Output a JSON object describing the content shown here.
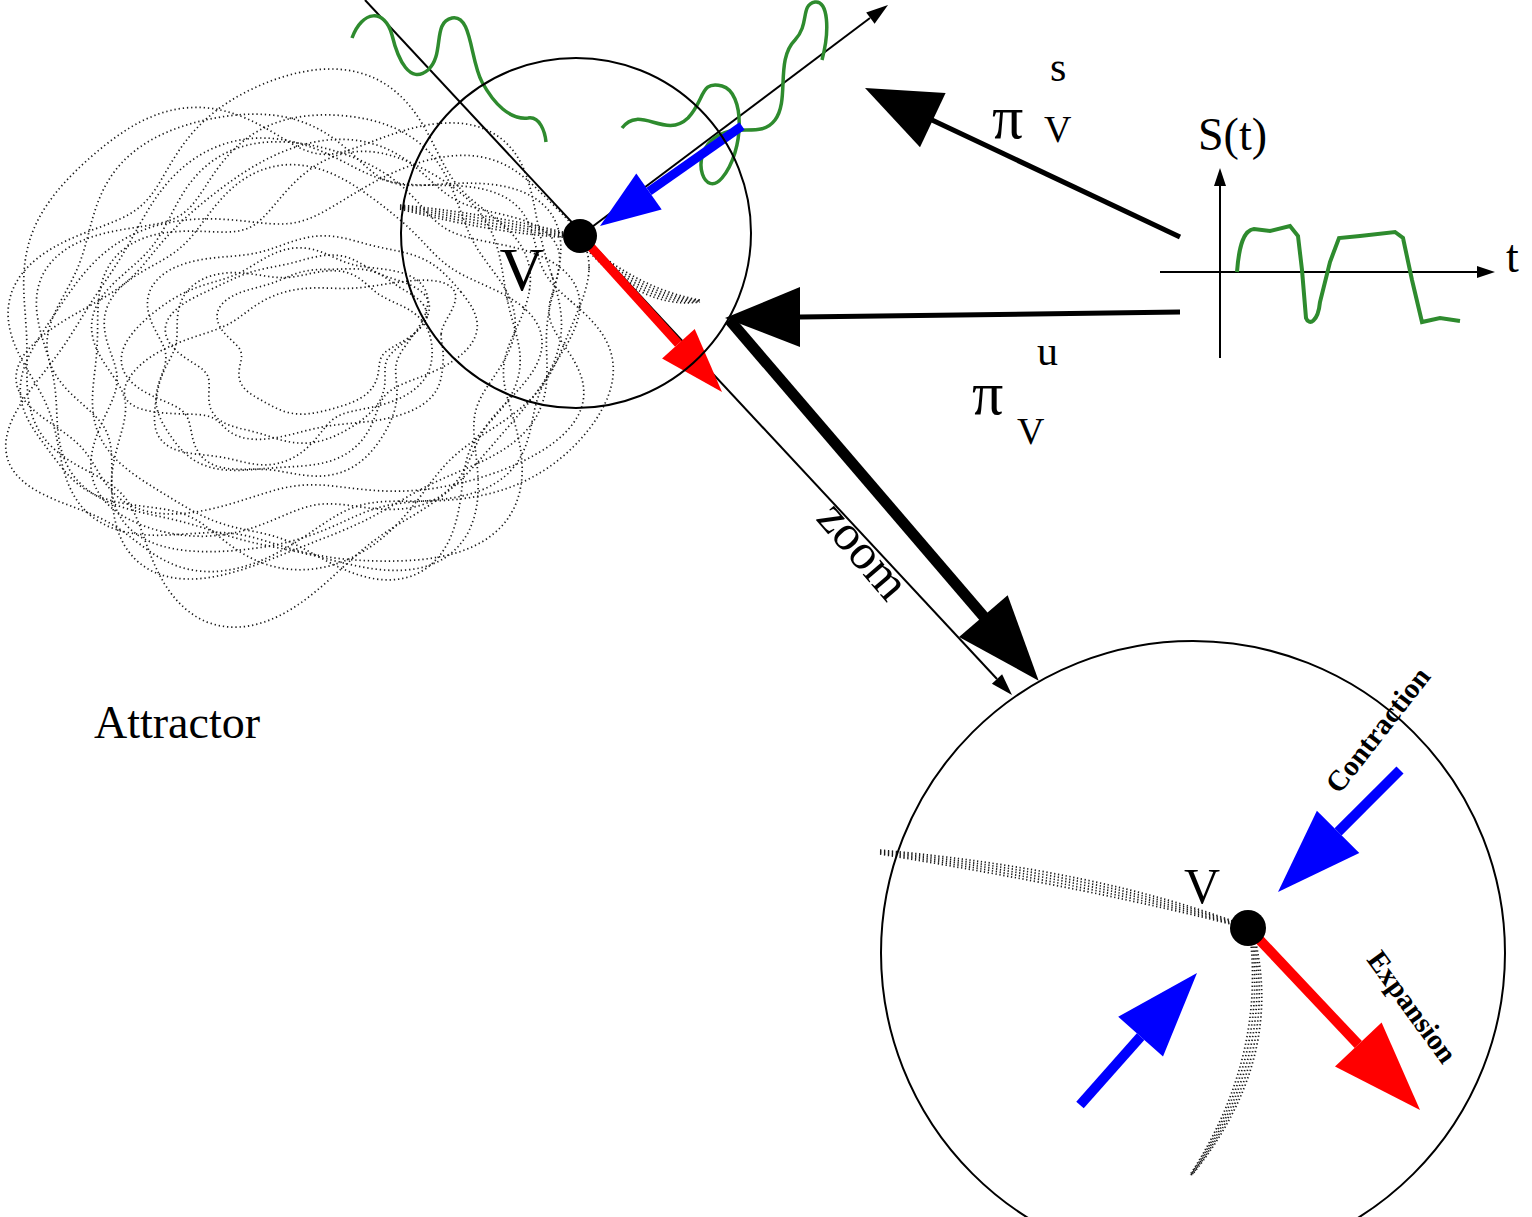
{
  "diagram": {
    "nodes": [
      {
        "text": [
          "V"
        ]
      },
      {
        "text": [
          "V",
          "Contraction",
          "Expansion"
        ]
      }
    ],
    "edges": [
      {
        "from": 0,
        "to": 1,
        "arrow": "to",
        "label": "zoom"
      }
    ],
    "labels": [
      "π",
      "s",
      "V",
      "π",
      "u",
      "V",
      "S(t)",
      "t",
      "Attractor"
    ]
  }
}
